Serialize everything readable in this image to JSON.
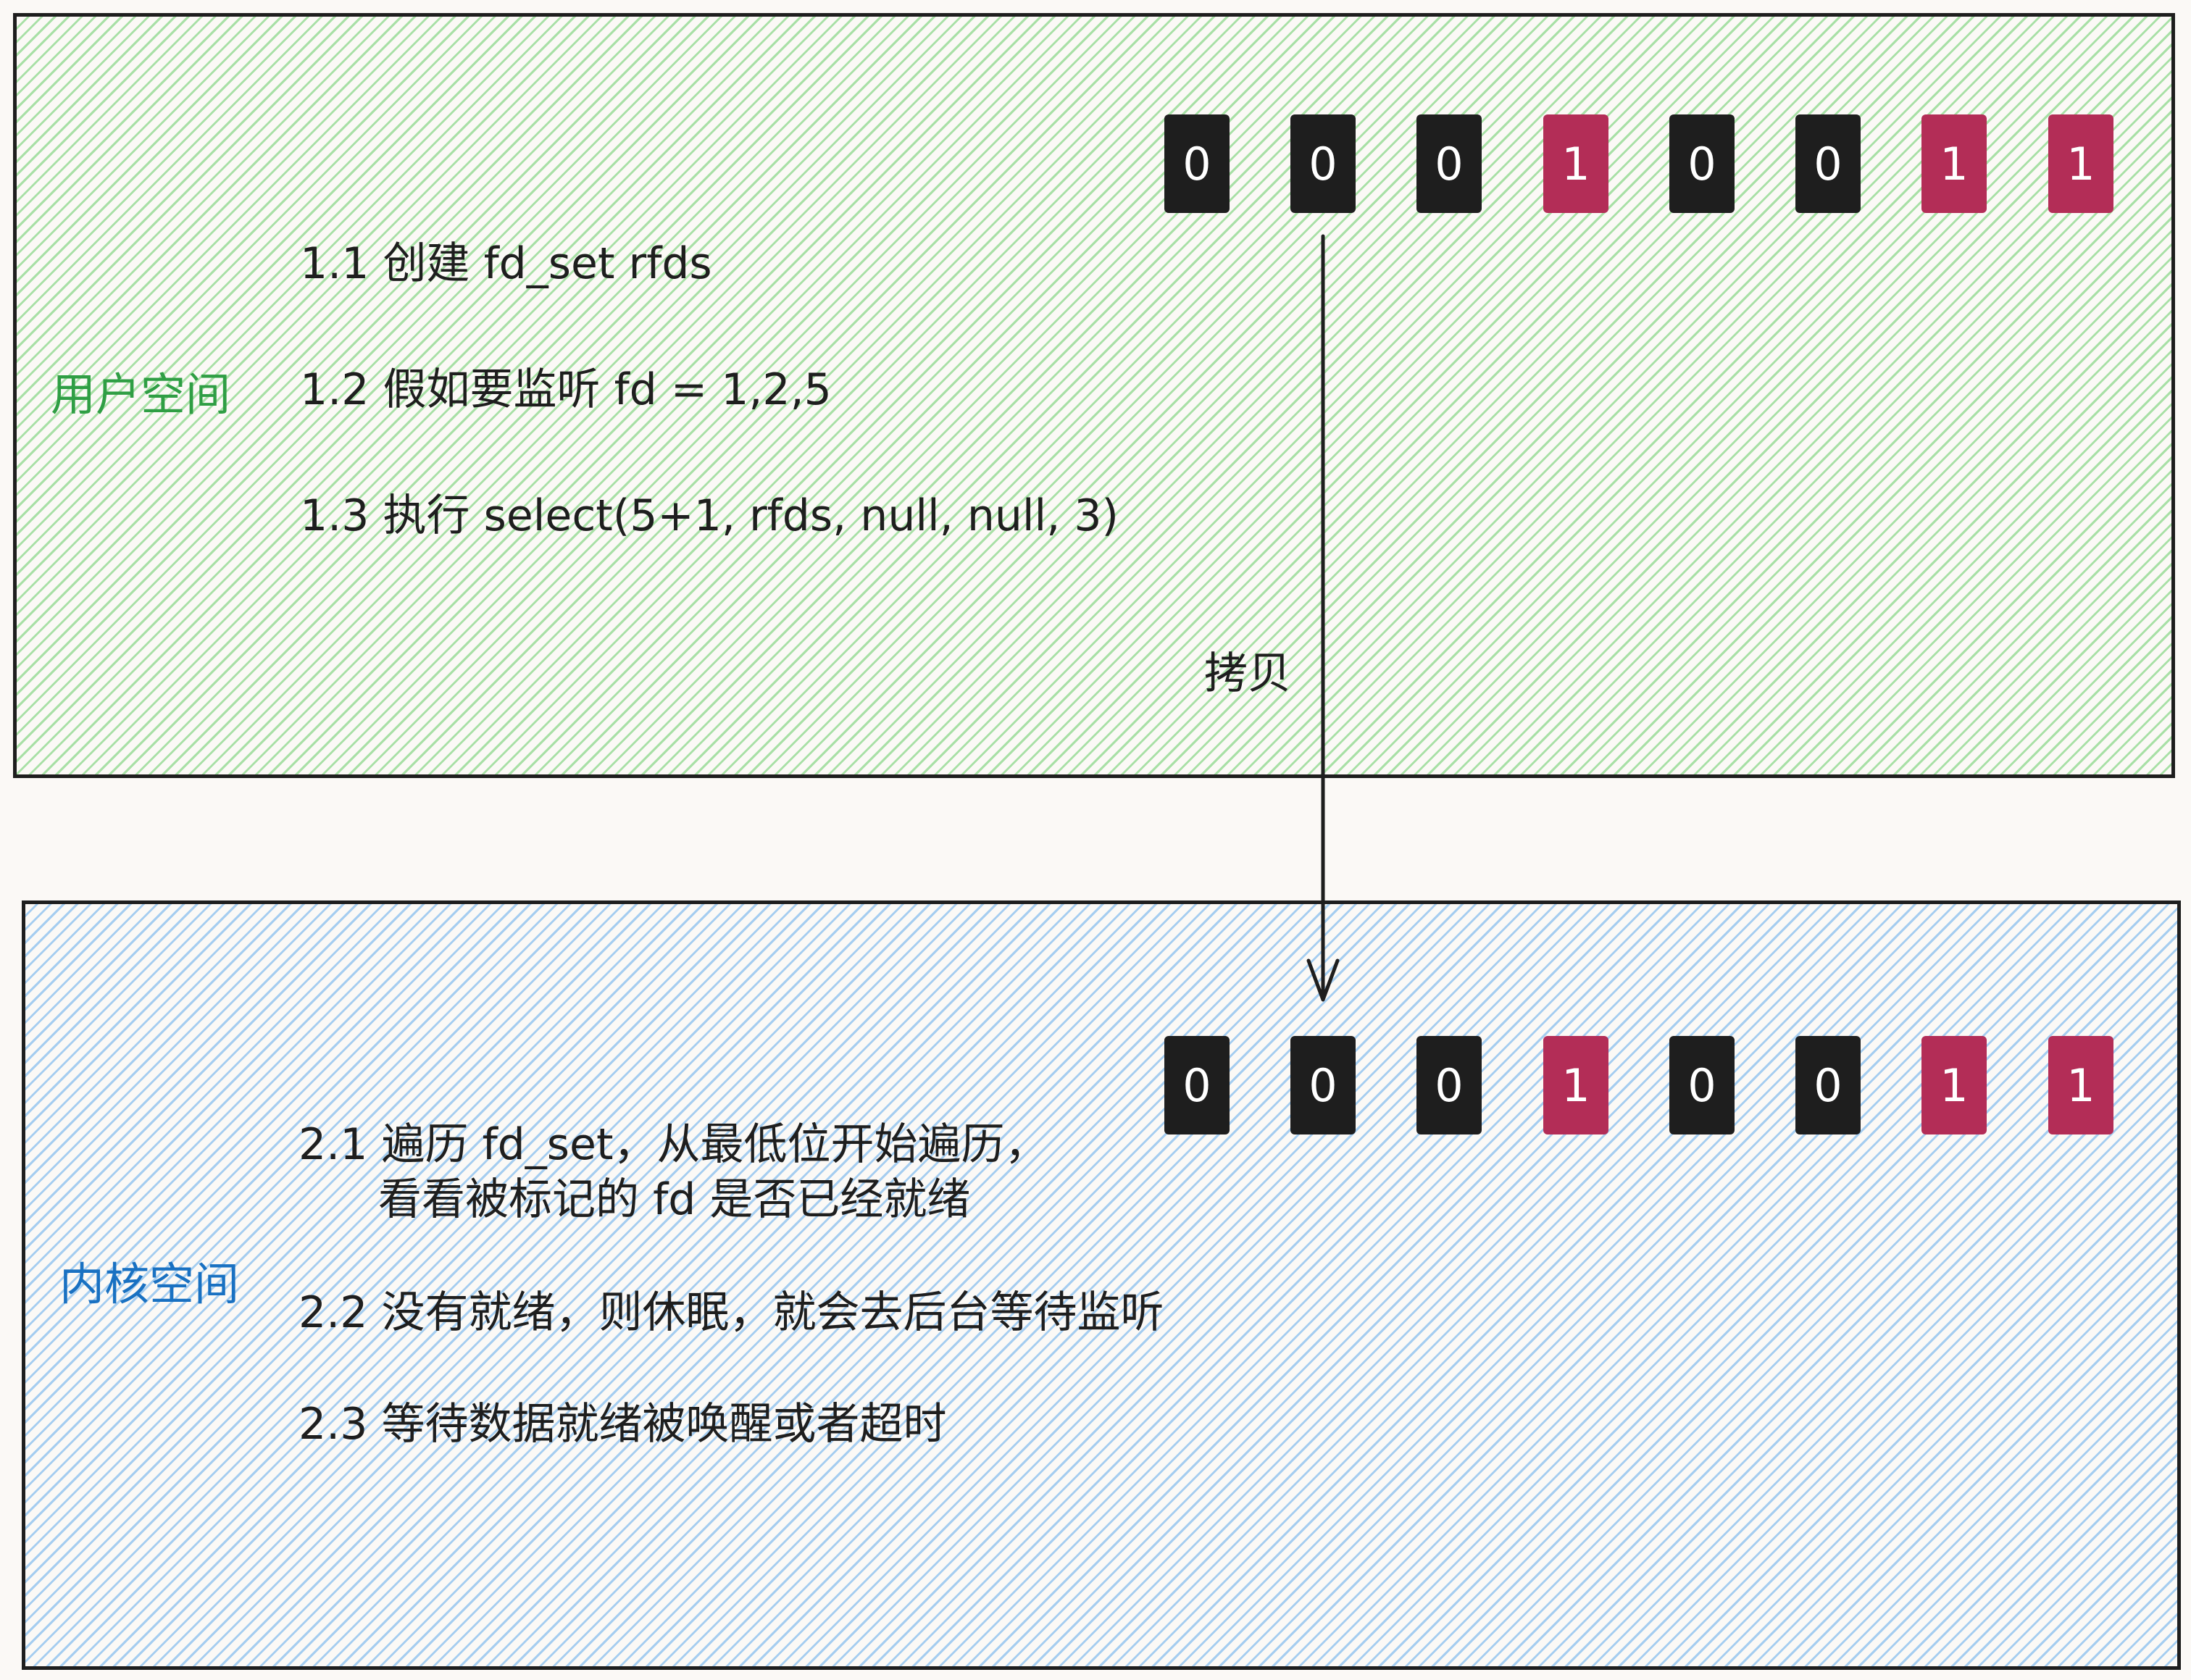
{
  "user_space": {
    "label": "用户空间",
    "steps": [
      "1.1 创建 fd_set rfds",
      "1.2 假如要监听 fd = 1,2,5",
      "1.3 执行 select(5+1, rfds, null, null, 3)"
    ],
    "bits": [
      "0",
      "0",
      "0",
      "1",
      "0",
      "0",
      "1",
      "1"
    ]
  },
  "copy": {
    "label": "拷贝"
  },
  "kernel_space": {
    "label": "内核空间",
    "steps": [
      {
        "line1": "2.1 遍历 fd_set，从最低位开始遍历，",
        "line2": "看看被标记的 fd 是否已经就绪"
      },
      {
        "line1": "2.2 没有就绪，则休眠，就会去后台等待监听"
      },
      {
        "line1": "2.3 等待数据就绪被唤醒或者超时"
      }
    ],
    "bits": [
      "0",
      "0",
      "0",
      "1",
      "0",
      "0",
      "1",
      "1"
    ]
  },
  "colors": {
    "user_hatch": "#a8e0a6",
    "kernel_hatch": "#a5cdf0",
    "user_label": "#2f9e44",
    "kernel_label": "#1971c2",
    "bit_zero": "#1e1e1e",
    "bit_one": "#b32d57"
  }
}
